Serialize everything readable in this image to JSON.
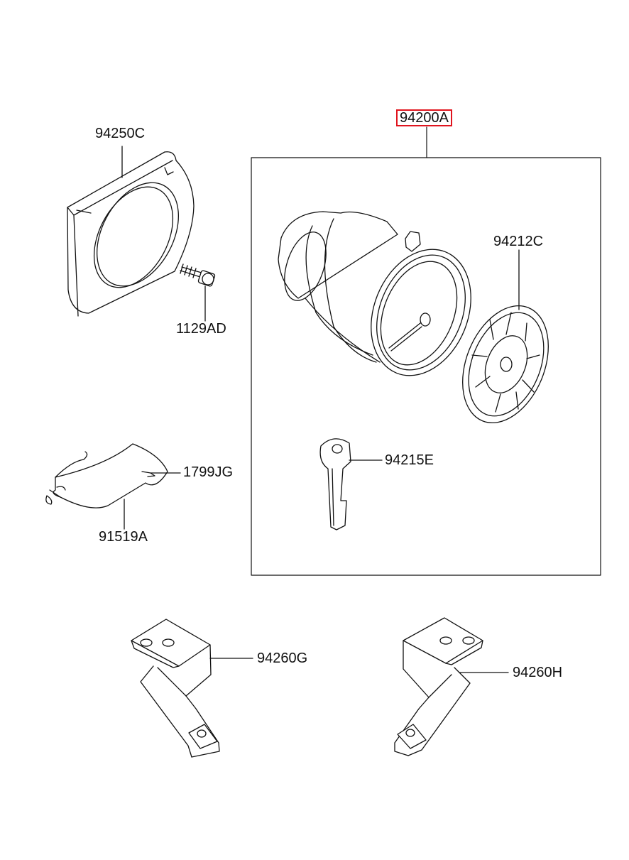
{
  "colors": {
    "line": "#111111",
    "highlight": "#e0141e",
    "background": "#ffffff"
  },
  "parts": {
    "assembly": "94200A",
    "gauge_housing": "94250C",
    "screw": "1129AD",
    "wire": "1799JG",
    "harness_cover": "91519A",
    "face_seal": "94212C",
    "key": "94215E",
    "bracket_left": "94260G",
    "bracket_right": "94260H"
  }
}
